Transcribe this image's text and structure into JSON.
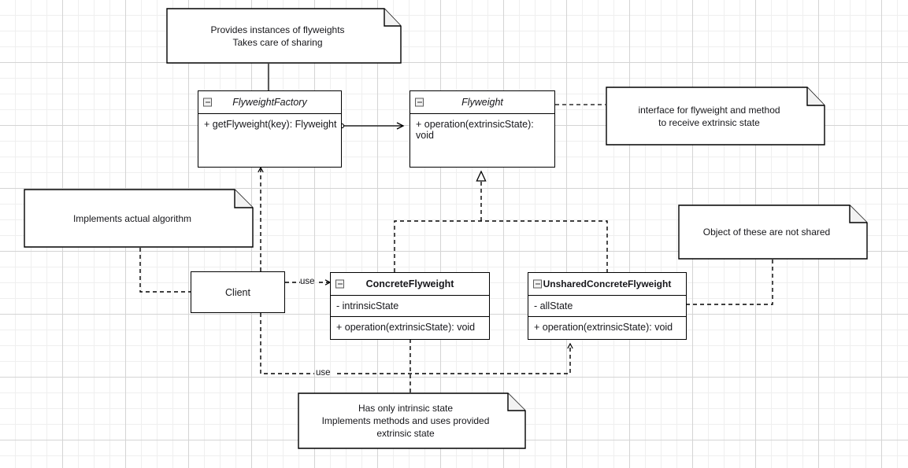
{
  "diagram": {
    "title": "Flyweight Pattern UML Class Diagram",
    "background": "#ffffff",
    "grid_color_minor": "#efefef",
    "grid_color_major": "#d4d4d4",
    "line_color": "#000000"
  },
  "classes": [
    {
      "id": "flyweight-factory",
      "name": "FlyweightFactory",
      "stereotype": "abstract",
      "collapse_icon": "collapse-minus-icon",
      "attributes": [],
      "operations": [
        "+ getFlyweight(key): Flyweight"
      ]
    },
    {
      "id": "flyweight",
      "name": "Flyweight",
      "stereotype": "abstract",
      "collapse_icon": "collapse-minus-icon",
      "attributes": [],
      "operations": [
        "+ operation(extrinsicState): void"
      ]
    },
    {
      "id": "concrete-flyweight",
      "name": "ConcreteFlyweight",
      "stereotype": "concrete",
      "collapse_icon": "collapse-minus-icon",
      "attributes": [
        "- intrinsicState"
      ],
      "operations": [
        "+ operation(extrinsicState): void"
      ]
    },
    {
      "id": "unshared-concrete-flyweight",
      "name": "UnsharedConcreteFlyweight",
      "stereotype": "concrete",
      "collapse_icon": "collapse-minus-icon",
      "attributes": [
        "- allState"
      ],
      "operations": [
        "+ operation(extrinsicState): void"
      ]
    }
  ],
  "boxes": [
    {
      "id": "client",
      "label": "Client"
    }
  ],
  "notes": [
    {
      "id": "note-factory",
      "text": "Provides instances of flyweights\nTakes care of sharing"
    },
    {
      "id": "note-flyweight-interface",
      "text": "interface for flyweight and method\nto receive extrinsic state"
    },
    {
      "id": "note-client",
      "text": "Implements actual algorithm"
    },
    {
      "id": "note-unshared",
      "text": "Object of these are not shared"
    },
    {
      "id": "note-concrete",
      "text": "Has only intrinsic state\nImplements methods and uses provided\nextrinsic state"
    }
  ],
  "edge_labels": [
    {
      "id": "use-client-concrete",
      "text": "use"
    },
    {
      "id": "use-client-unshared",
      "text": "use"
    }
  ],
  "relationships": [
    {
      "from": "flyweight-factory",
      "to": "flyweight",
      "type": "association",
      "style": "solid",
      "arrow": "open-arrow",
      "source_decoration": "small-circle"
    },
    {
      "from": "concrete-flyweight",
      "to": "flyweight",
      "type": "realization",
      "style": "dashed",
      "arrow": "hollow-triangle"
    },
    {
      "from": "unshared-concrete-flyweight",
      "to": "flyweight",
      "type": "realization",
      "style": "dashed",
      "arrow": "hollow-triangle"
    },
    {
      "from": "client",
      "to": "flyweight-factory",
      "type": "dependency",
      "style": "dashed",
      "arrow": "open-arrow"
    },
    {
      "from": "client",
      "to": "concrete-flyweight",
      "type": "dependency",
      "style": "dashed",
      "arrow": "open-arrow",
      "label": "use"
    },
    {
      "from": "client",
      "to": "unshared-concrete-flyweight",
      "type": "dependency",
      "style": "dashed",
      "arrow": "open-arrow",
      "label": "use"
    },
    {
      "from": "note-factory",
      "to": "flyweight-factory",
      "type": "note-anchor",
      "style": "solid"
    },
    {
      "from": "note-flyweight-interface",
      "to": "flyweight",
      "type": "note-anchor",
      "style": "dashed"
    },
    {
      "from": "note-client",
      "to": "client",
      "type": "note-anchor",
      "style": "dashed"
    },
    {
      "from": "note-unshared",
      "to": "unshared-concrete-flyweight",
      "type": "note-anchor",
      "style": "dashed"
    },
    {
      "from": "note-concrete",
      "to": "concrete-flyweight",
      "type": "note-anchor",
      "style": "dashed"
    }
  ]
}
